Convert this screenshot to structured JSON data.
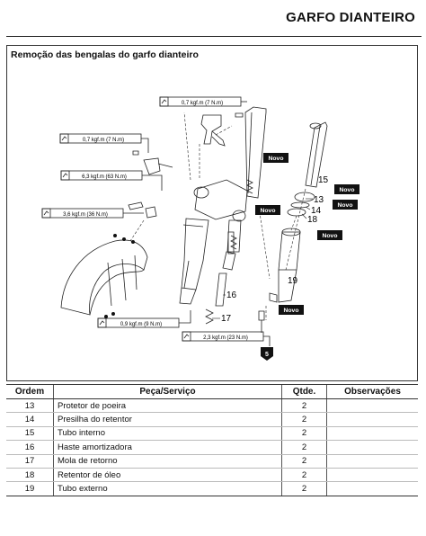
{
  "header": {
    "title": "GARFO DIANTEIRO"
  },
  "diagram": {
    "title": "Remoção das bengalas do garfo dianteiro",
    "torques": [
      "0,7 kgf.m (7 N.m)",
      "0,7 kgf.m (7 N.m)",
      "6,3 kgf.m (63 N.m)",
      "3,6 kgf.m (36 N.m)",
      "0,9 kgf.m (9 N.m)",
      "2,3 kgf.m (23 N.m)"
    ],
    "novo": "Novo",
    "callouts": [
      "15",
      "13",
      "14",
      "18",
      "19",
      "16",
      "17"
    ],
    "tool_mark": "5"
  },
  "table": {
    "headers": [
      "Ordem",
      "Peça/Serviço",
      "Qtde.",
      "Observações"
    ],
    "rows": [
      {
        "ordem": "13",
        "peca": "Protetor de poeira",
        "qtde": "2",
        "obs": ""
      },
      {
        "ordem": "14",
        "peca": "Presilha do retentor",
        "qtde": "2",
        "obs": ""
      },
      {
        "ordem": "15",
        "peca": "Tubo interno",
        "qtde": "2",
        "obs": ""
      },
      {
        "ordem": "16",
        "peca": "Haste amortizadora",
        "qtde": "2",
        "obs": ""
      },
      {
        "ordem": "17",
        "peca": "Mola de retorno",
        "qtde": "2",
        "obs": ""
      },
      {
        "ordem": "18",
        "peca": "Retentor de óleo",
        "qtde": "2",
        "obs": ""
      },
      {
        "ordem": "19",
        "peca": "Tubo externo",
        "qtde": "2",
        "obs": ""
      }
    ]
  }
}
